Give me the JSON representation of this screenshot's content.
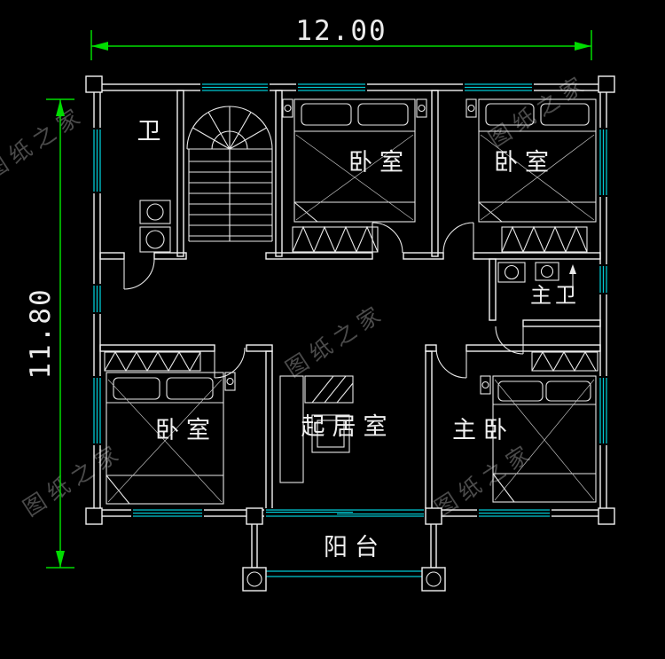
{
  "drawing": {
    "top_dimension": "12.00",
    "left_dimension": "11.80",
    "rooms": {
      "bath": "卫",
      "bedroom_top_middle": "卧室",
      "bedroom_top_right": "卧室",
      "master_bath": "主卫",
      "bedroom_bottom_left": "卧室",
      "living_room": "起居室",
      "master_bedroom": "主卧",
      "balcony": "阳台"
    },
    "watermark_text": "图纸之家"
  },
  "colors": {
    "background": "#000000",
    "wall_line": "#f2f2f2",
    "window_line": "#00c8d2",
    "dimension_line": "#00dc00",
    "label_text": "#f0f0f0",
    "watermark": "#4b4b4b"
  }
}
